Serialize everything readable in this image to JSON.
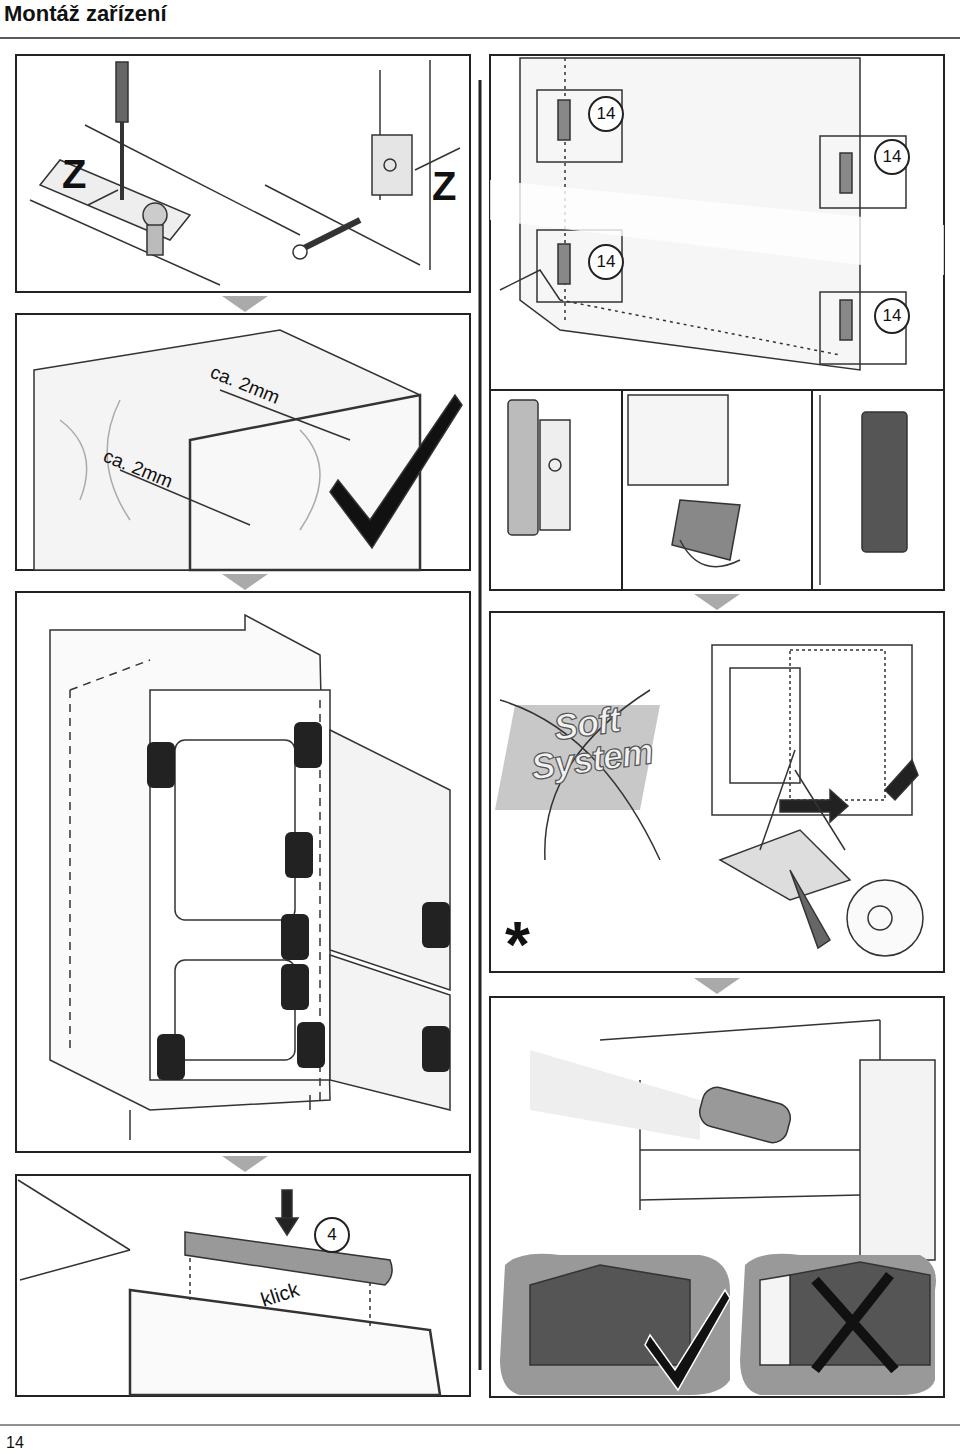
{
  "diagram": {
    "title": "Montáž zařízení",
    "labels": [
      "Z",
      "Z",
      "ca. 2mm",
      "ca. 2mm",
      "14",
      "14",
      "14",
      "14",
      "Soft System",
      "*",
      "4",
      "klick",
      "14"
    ]
  }
}
